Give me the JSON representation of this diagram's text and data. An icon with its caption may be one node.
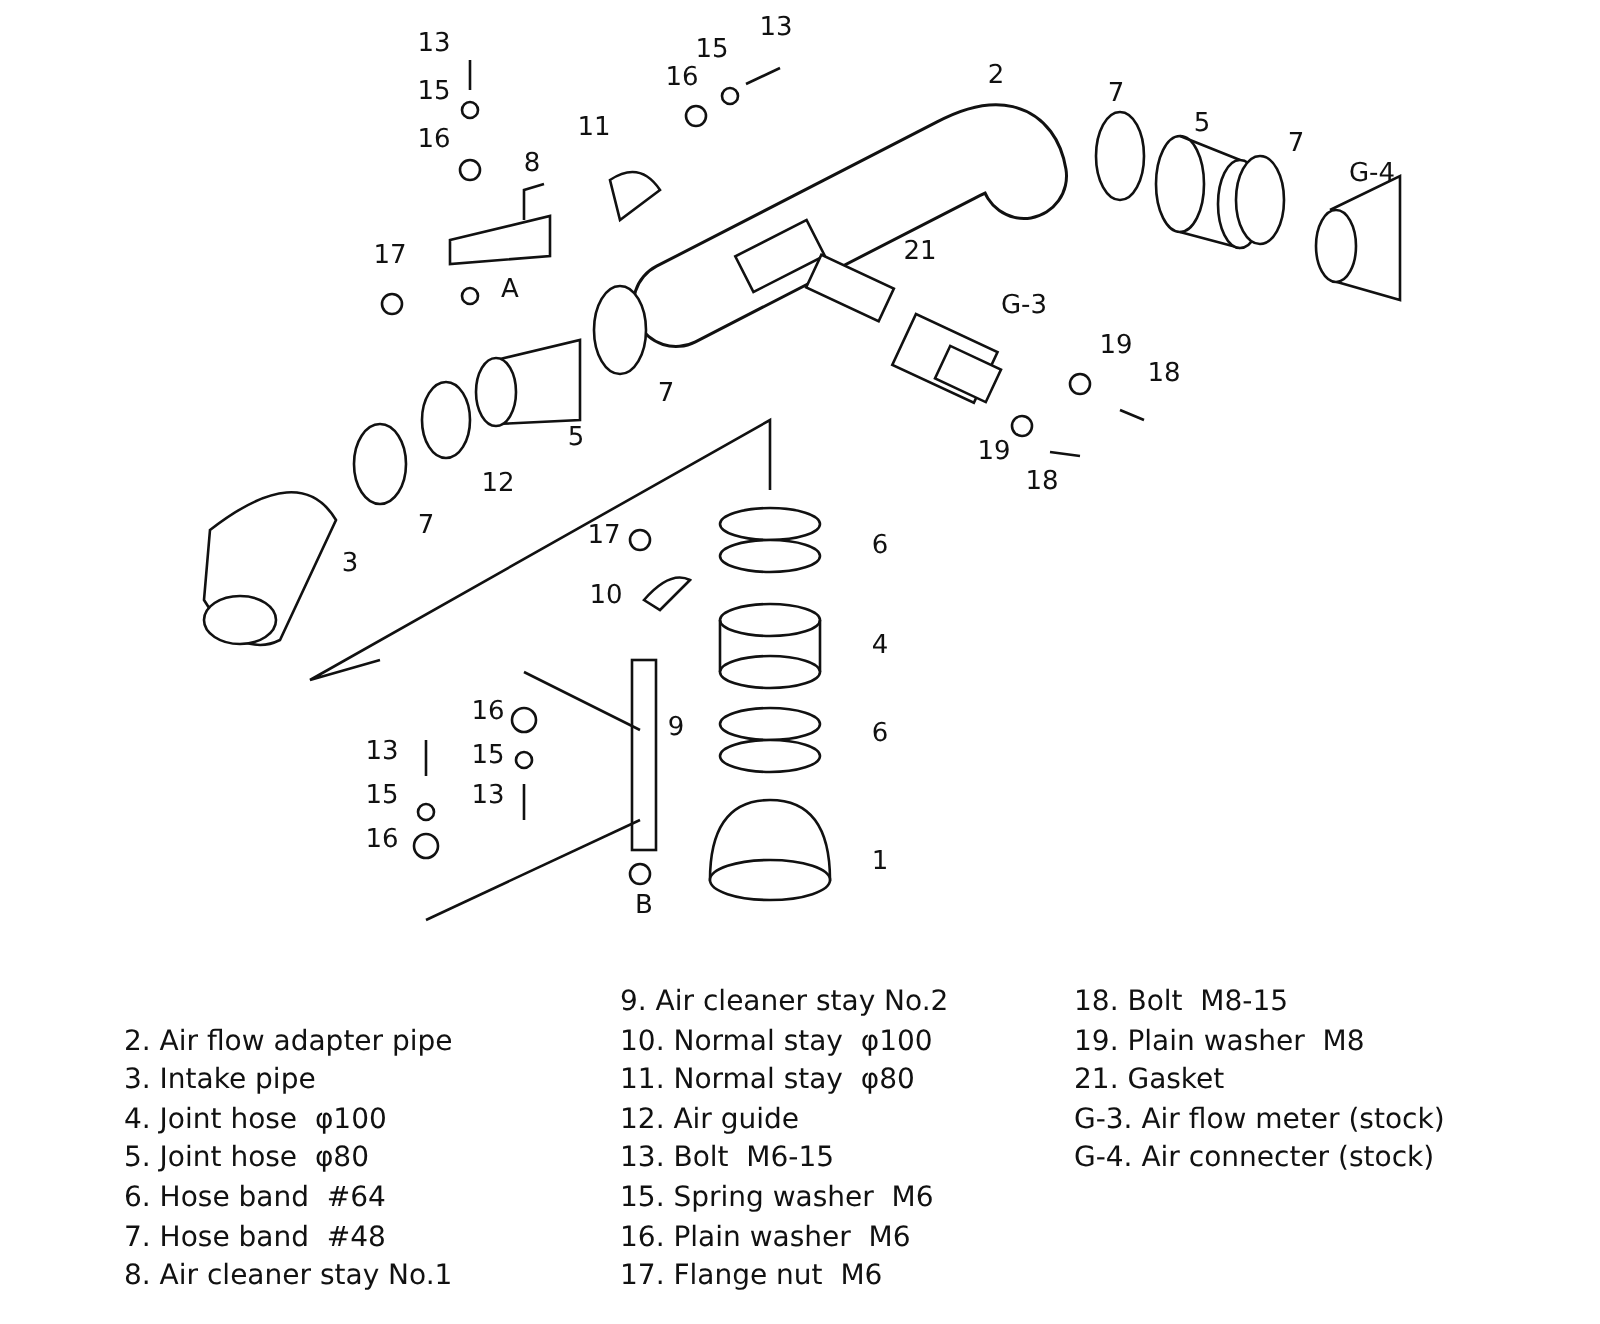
{
  "diagram": {
    "labels": [
      "13",
      "13",
      "15",
      "2",
      "15",
      "7",
      "16",
      "16",
      "11",
      "5",
      "7",
      "G-4",
      "8",
      "17",
      "A",
      "21",
      "G-3",
      "19",
      "18",
      "7",
      "5",
      "19",
      "12",
      "18",
      "7",
      "6",
      "17",
      "3",
      "10",
      "4",
      "16",
      "9",
      "13",
      "15",
      "6",
      "15",
      "13",
      "16",
      "1",
      "B",
      "2. Air flow adapter pipe",
      "3. Intake pipe",
      "4. Joint hose  φ100",
      "5. Joint hose  φ80",
      "6. Hose band  #64",
      "7. Hose band  #48",
      "8. Air cleaner stay No.1",
      "9. Air cleaner stay No.2",
      "10. Normal stay  φ100",
      "11. Normal stay  φ80",
      "12. Air guide",
      "13. Bolt  M6-15",
      "15. Spring washer  M6",
      "16. Plain washer  M6",
      "17. Flange nut  M6",
      "18. Bolt  M8-15",
      "19. Plain washer  M8",
      "21. Gasket",
      "G-3. Air flow meter (stock)",
      "G-4. Air connecter (stock)"
    ]
  }
}
